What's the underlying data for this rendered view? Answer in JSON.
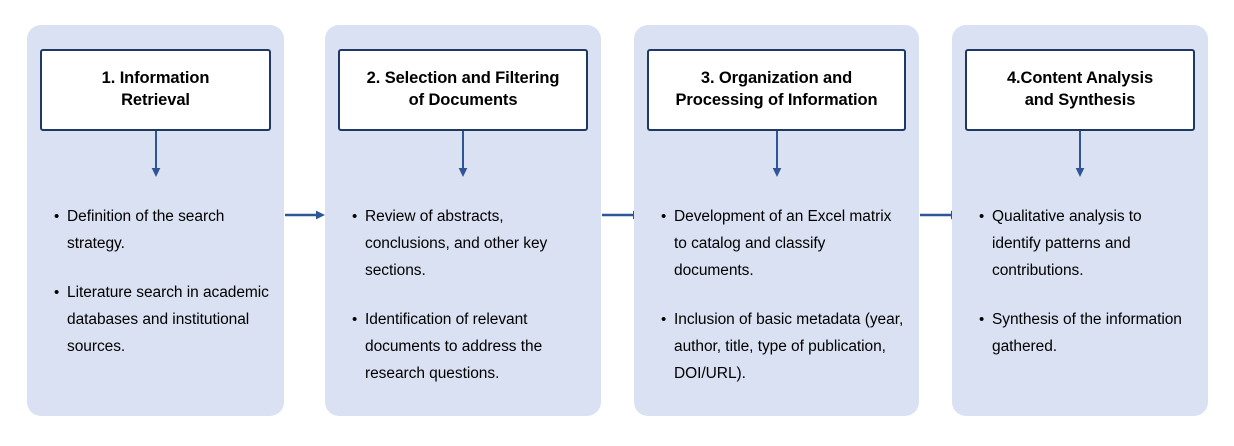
{
  "diagram": {
    "type": "horizontal-process-flow",
    "stage_count": 4,
    "colors": {
      "panel_background": "#d9e1f2",
      "header_background": "#ffffff",
      "header_border": "#1f3864",
      "arrow": "#2f5597",
      "text": "#000000",
      "page_background": "#ffffff"
    },
    "bullet_glyph": "•",
    "stages": [
      {
        "id": "stage-1",
        "title": "1. Information Retrieval",
        "title_lines": [
          "1. Information",
          "Retrieval"
        ],
        "bullets": [
          "Definition of the search strategy.",
          "Literature search in academic databases and institutional sources."
        ]
      },
      {
        "id": "stage-2",
        "title": "2. Selection and Filtering of Documents",
        "title_lines": [
          "2. Selection and Filtering",
          "of Documents"
        ],
        "bullets": [
          "Review of abstracts, conclusions, and other key sections.",
          "Identification of relevant documents to address the research questions."
        ]
      },
      {
        "id": "stage-3",
        "title": "3. Organization and Processing of Information",
        "title_lines": [
          "3. Organization and",
          "Processing of Information"
        ],
        "bullets": [
          "Development of an Excel matrix to catalog and classify documents.",
          "Inclusion of basic metadata (year, author, title, type of publication, DOI/URL)."
        ]
      },
      {
        "id": "stage-4",
        "title": "4.Content Analysis and Synthesis",
        "title_lines": [
          "4.Content Analysis",
          "and Synthesis"
        ],
        "bullets": [
          "Qualitative analysis to identify patterns and contributions.",
          "Synthesis of the information gathered."
        ]
      }
    ],
    "connectors": [
      {
        "id": "connector-1-2",
        "from": "stage-1",
        "to": "stage-2",
        "direction": "right"
      },
      {
        "id": "connector-2-3",
        "from": "stage-2",
        "to": "stage-3",
        "direction": "right"
      },
      {
        "id": "connector-3-4",
        "from": "stage-3",
        "to": "stage-4",
        "direction": "right"
      }
    ]
  }
}
